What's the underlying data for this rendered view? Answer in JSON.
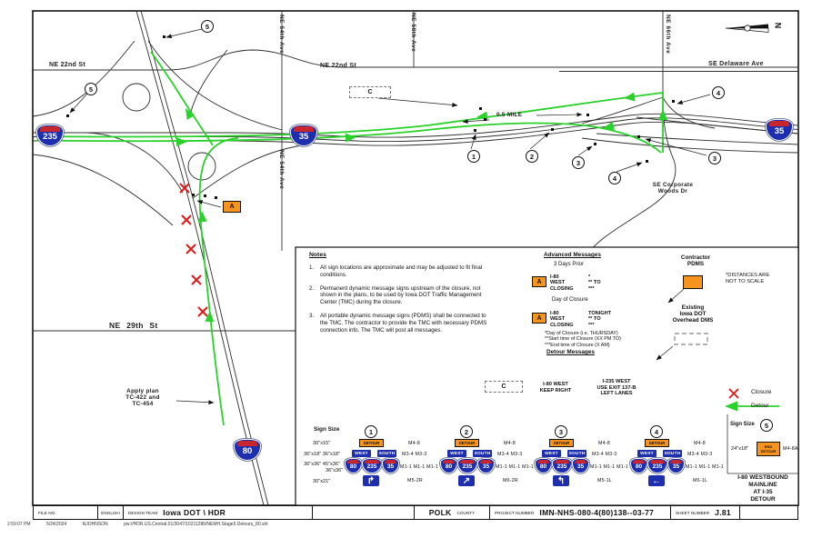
{
  "map": {
    "streets": {
      "ne_22nd_a": "NE 22nd St",
      "ne_22nd_b": "NE 22nd St",
      "se_delaware": "SE Delaware Ave",
      "ne_54th_a": "NE 54th Ave",
      "ne_54th_b": "NE 54th Ave",
      "ne_58th": "NE 58th Ave",
      "ne_66th": "NE 66th Ave",
      "ne_29th": "NE 29th St",
      "se_corporate_1": "SE Corporate",
      "se_corporate_2": "Woods Dr"
    },
    "shields": {
      "i235": "235",
      "i35_w": "35",
      "i35_e": "35",
      "i80": "80"
    },
    "callouts": {
      "n1": "1",
      "n2": "2",
      "n3": "3",
      "n4": "4",
      "n5": "5"
    },
    "box_a": "A",
    "box_c": "C",
    "dimension": "0.5 MILE",
    "apply_plan": [
      "Apply plan",
      "TC-422 and",
      "TC-454"
    ],
    "north_letter": "N"
  },
  "legend": {
    "notes": {
      "title": "Notes",
      "items": [
        "All sign locations are approximate and may be adjusted to fit final conditions.",
        "Permanent dynamic message signs upstream of the closure, not shown in the plans, to be used by Iowa DOT Traffic Management Center (TMC) during the closure.",
        "All portable dynamic message signs (PDMS) shall be connected to the TMC.  The contractor to provide the TMC with necessary PDMS connection info.  The TMC will post all messages."
      ]
    },
    "advanced": {
      "title": "Advanced Messages",
      "prior_label": "3 Days Prior",
      "sign1": {
        "badge": "A",
        "l1": "I-80",
        "l2": "WEST",
        "l3": "CLOSING",
        "r1": "*",
        "r2": "** TO",
        "r3": "***"
      },
      "day_label": "Day of Closure",
      "sign2": {
        "badge": "A",
        "l1": "I-80",
        "l2": "WEST",
        "l3": "CLOSING",
        "r1": "TONIGHT",
        "r2": "** TO",
        "r3": "***"
      },
      "footnotes": [
        "*Day of Closure (i.e. THURSDAY)",
        "**Start time of Closure (XX PM TO)",
        "***End time of Closure (X AM)"
      ],
      "detour_title": "Detour Messages"
    },
    "detour_msgs": {
      "c_label": "C",
      "msg1": [
        "I-80 WEST",
        "KEEP RIGHT"
      ],
      "msg2": [
        "I-235 WEST",
        "USE EXIT 137-B",
        "LEFT LANES"
      ]
    },
    "symbols": {
      "contractor_1": "Contractor",
      "contractor_2": "PDMS",
      "existing_1": "Existing",
      "existing_2": "Iowa DOT",
      "existing_3": "Overhead DMS",
      "distances_1": "*DISTANCES ARE",
      "distances_2": "NOT TO SCALE",
      "closure": "Closure",
      "detour": "Detour"
    }
  },
  "sign_table": {
    "header": "Sign Size",
    "sizes": [
      "30\"x15\"",
      "36\"x18\"  36\"x18\"",
      "36\"x36\" 45\"x36\"",
      "36\"x36\"",
      "30\"x21\""
    ],
    "groups": [
      {
        "num": "1",
        "detour": "DETOUR",
        "west": "WEST",
        "south": "SOUTH",
        "sh1": "80",
        "sh2": "235",
        "sh3": "35",
        "arrow": "↱",
        "m1": "M4-8",
        "m2": "M3-4  M3-3",
        "m3": "M1-1 M1-1 M1-1",
        "m4": "M5-2R"
      },
      {
        "num": "2",
        "detour": "DETOUR",
        "west": "WEST",
        "south": "SOUTH",
        "sh1": "80",
        "sh2": "235",
        "sh3": "35",
        "arrow": "↗",
        "m1": "M4-8",
        "m2": "M3-4  M3-3",
        "m3": "M1-1 M1-1 M1-1",
        "m4": "M6-2R"
      },
      {
        "num": "3",
        "detour": "DETOUR",
        "west": "WEST",
        "south": "SOUTH",
        "sh1": "80",
        "sh2": "235",
        "sh3": "35",
        "arrow": "↰",
        "m1": "M4-8",
        "m2": "M3-4  M3-3",
        "m3": "M1-1 M1-1 M1-1",
        "m4": "M5-1L"
      },
      {
        "num": "4",
        "detour": "DETOUR",
        "west": "WEST",
        "south": "SOUTH",
        "sh1": "80",
        "sh2": "235",
        "sh3": "35",
        "arrow": "←",
        "m1": "M4-8",
        "m2": "M3-4  M3-3",
        "m3": "M1-1 M1-1 M1-1",
        "m4": "M6-1L"
      }
    ],
    "group5": {
      "header": "Sign Size",
      "num": "5",
      "size": "24\"x18\"",
      "sign_1": "END",
      "sign_2": "DETOUR",
      "m": "M4-8A"
    }
  },
  "titleblock": {
    "line1": "I-80 WESTBOUND",
    "line2": "MAINLINE",
    "line3": "AT I-35",
    "line4": "DETOUR"
  },
  "titlebar": {
    "file_no": "FILE NO.",
    "english": "ENGLISH",
    "design_team_label": "DESIGN TEAM",
    "design_team": "Iowa DOT \\ HDR",
    "county_name": "POLK",
    "county_label": "COUNTY",
    "project_label": "PROJECT NUMBER",
    "project_number": "IMN-NHS-080-4(80)138--03-77",
    "sheet_label": "SHEET NUMBER",
    "sheet_number": "J.81"
  },
  "statusbar": {
    "time": "2:59:07 PM",
    "date": "5/24/2024",
    "user": "NJOHNSON",
    "path": "pw://HDR.US.Central.01/3047/10211286/NEMH.Stage5.Detours_80.sht"
  },
  "colors": {
    "detour_green": "#2bd12b",
    "closure_red": "#e01818",
    "sign_orange": "#f7941d",
    "shield_blue": "#1d2fae",
    "shield_red": "#c8252c"
  }
}
